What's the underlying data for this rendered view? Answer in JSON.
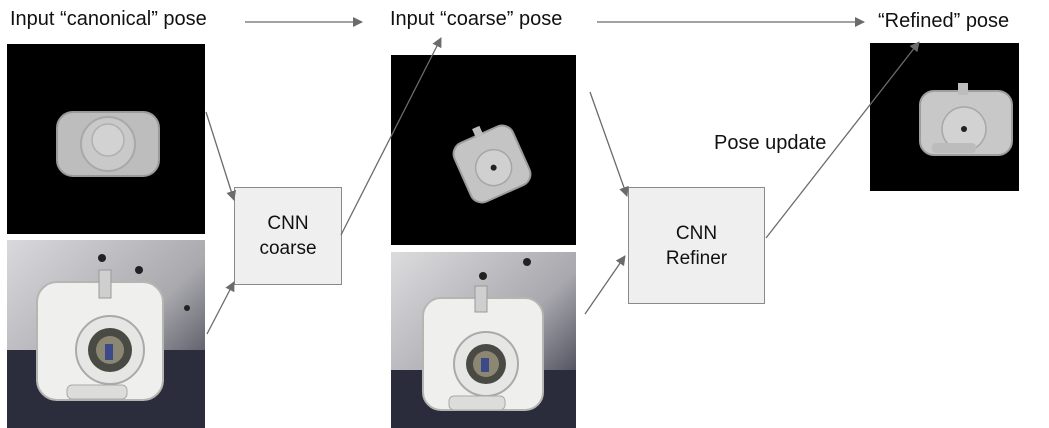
{
  "labels": {
    "input_canonical": "Input “canonical” pose",
    "input_coarse": "Input “coarse” pose",
    "refined": "“Refined” pose",
    "pose_update": "Pose update"
  },
  "boxes": {
    "coarse": {
      "line1": "CNN",
      "line2": "coarse"
    },
    "refiner": {
      "line1": "CNN",
      "line2": "Refiner"
    }
  },
  "colors": {
    "arrow": "#6b6b6b",
    "render_bg": "#000000",
    "box_fill": "#efefef",
    "object_gray": "#c8c8c8"
  }
}
